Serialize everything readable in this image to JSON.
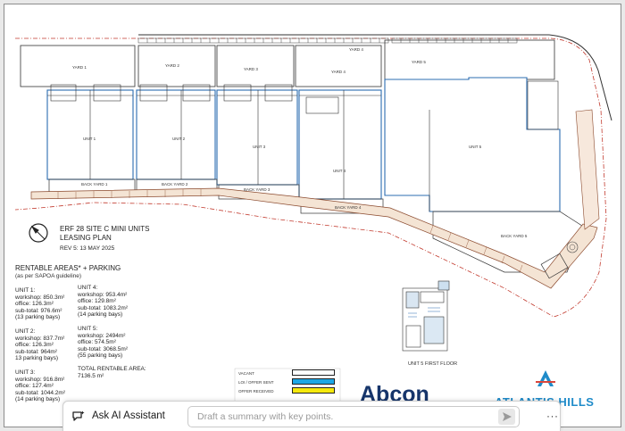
{
  "plan": {
    "title_line1": "ERF 28 SITE C MINI UNITS",
    "title_line2": "LEASING PLAN",
    "revision": "REV 5: 13 MAY 2025",
    "rentable_heading": "RENTABLE AREAS* + PARKING",
    "rentable_sub": "(as per SAPOA guideline)",
    "yards": [
      "YARD 1",
      "YARD 2",
      "YARD 3",
      "YARD 4",
      "YARD 5"
    ],
    "yard_extra": "YARD 4",
    "back_yards": [
      "BACK YARD 1",
      "BACK YARD 2",
      "BACK YARD 3",
      "BACK YARD 4",
      "BACK YARD 5"
    ],
    "unit_labels": [
      "UNIT 1",
      "UNIT 2",
      "UNIT 3",
      "UNIT 4",
      "UNIT 5"
    ],
    "units": {
      "u1": {
        "name": "UNIT 1:",
        "workshop": "workshop: 850.3m²",
        "office": "office: 126.3m²",
        "subtotal": "sub-total: 976.6m²",
        "parking": "(13 parking bays)"
      },
      "u2": {
        "name": "UNIT 2:",
        "workshop": "workshop: 837.7m²",
        "office": "office: 126.3m²",
        "subtotal": "sub-total: 964m²",
        "parking": "13 parking bays)"
      },
      "u3": {
        "name": "UNIT 3:",
        "workshop": "workshop: 916.8m²",
        "office": "office: 127.4m²",
        "subtotal": "sub-total: 1044.2m²",
        "parking": "(14 parking bays)"
      },
      "u4": {
        "name": "UNIT 4:",
        "workshop": "workshop: 953.4m²",
        "office": "office: 129.8m²",
        "subtotal": "sub-total: 1083.2m²",
        "parking": "(14 parking bays)"
      },
      "u5": {
        "name": "UNIT 5:",
        "workshop": "workshop: 2494m²",
        "office": "office: 574.5m²",
        "subtotal": "sub-total: 3068.5m²",
        "parking": "(55 parking bays)"
      }
    },
    "total_label": "TOTAL RENTABLE AREA:",
    "total_value": "7136.5 m²",
    "first_floor_label": "UNIT 5 FIRST FLOOR",
    "legend": [
      {
        "label": "VACANT",
        "color": "#ffffff"
      },
      {
        "label": "LOI / OFFER SENT",
        "color": "#1da7e6"
      },
      {
        "label": "OFFER RECEIVED",
        "color": "#f5e90c"
      }
    ],
    "logos": {
      "abcon": "Abcon",
      "atlantis": "ATLANTIS HILLS"
    }
  },
  "assistant": {
    "label": "Ask AI Assistant",
    "placeholder": "Draft a summary with key points.",
    "more": "···"
  }
}
